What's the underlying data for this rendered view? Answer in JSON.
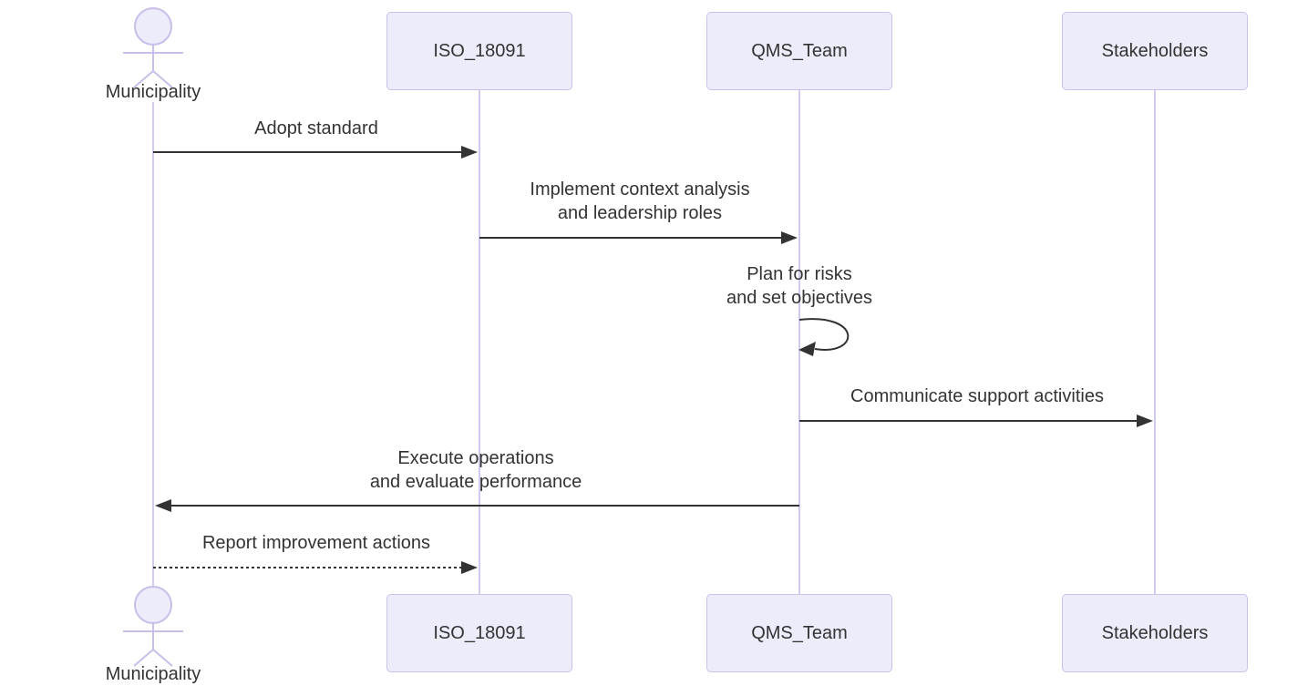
{
  "diagram_type": "sequence-diagram",
  "participants": [
    {
      "id": "municipality",
      "label": "Municipality",
      "kind": "actor"
    },
    {
      "id": "iso_18091",
      "label": "ISO_18091",
      "kind": "participant"
    },
    {
      "id": "qms_team",
      "label": "QMS_Team",
      "kind": "participant"
    },
    {
      "id": "stakeholders",
      "label": "Stakeholders",
      "kind": "participant"
    }
  ],
  "messages": [
    {
      "from": "Municipality",
      "to": "ISO_18091",
      "line_style": "solid",
      "lines": [
        "Adopt standard"
      ]
    },
    {
      "from": "ISO_18091",
      "to": "QMS_Team",
      "line_style": "solid",
      "lines": [
        "Implement context analysis",
        "and leadership roles"
      ]
    },
    {
      "from": "QMS_Team",
      "to": "QMS_Team",
      "line_style": "self-loop",
      "lines": [
        "Plan for risks",
        "and set objectives"
      ]
    },
    {
      "from": "QMS_Team",
      "to": "Stakeholders",
      "line_style": "solid",
      "lines": [
        "Communicate support activities"
      ]
    },
    {
      "from": "QMS_Team",
      "to": "Municipality",
      "line_style": "solid",
      "lines": [
        "Execute operations",
        "and evaluate performance"
      ]
    },
    {
      "from": "Municipality",
      "to": "ISO_18091",
      "line_style": "dashed",
      "lines": [
        "Report improvement actions"
      ]
    }
  ],
  "colors": {
    "background": "#FFFFFF",
    "participant_fill": "#ECECFB",
    "participant_border": "#C9C2EA",
    "lifeline": "#D2CBF0",
    "actor_stroke": "#C9BEE8",
    "message_line": "#333333",
    "text": "#333333"
  }
}
